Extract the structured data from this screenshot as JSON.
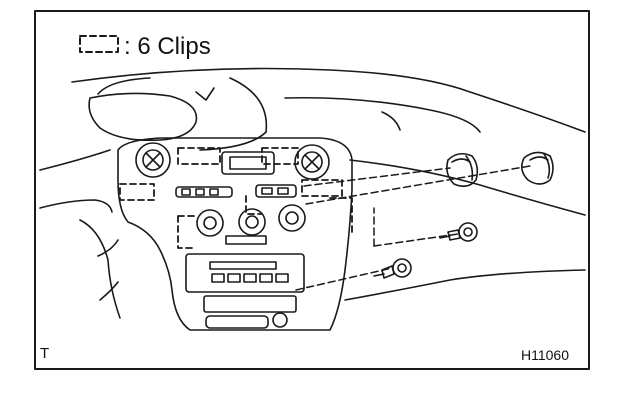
{
  "legend": {
    "text": ": 6 Clips"
  },
  "labels": {
    "corner_left": "T",
    "corner_right": "H11060"
  },
  "colors": {
    "ink": "#1a1a1a",
    "background": "#ffffff"
  },
  "icons": [
    "clip-legend-icon",
    "screw-icon",
    "screw-icon",
    "vent-cap-icon",
    "vent-cap-icon"
  ]
}
